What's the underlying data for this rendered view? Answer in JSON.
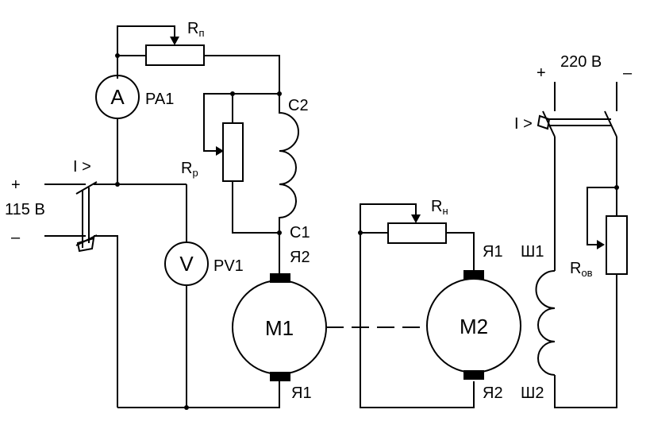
{
  "labels": {
    "rp_main": "R",
    "rp_sub": "п",
    "pa1": "PA1",
    "ammeter": "A",
    "c2": "C2",
    "rr_main": "R",
    "rr_sub": "р",
    "breaker_left": "I >",
    "plus_left": "+",
    "v115": "115 В",
    "minus_left": "–",
    "c1": "C1",
    "ya2_m1": "Я2",
    "voltmeter": "V",
    "pv1": "PV1",
    "m1": "M1",
    "ya1_m1": "Я1",
    "rn_main": "R",
    "rn_sub": "н",
    "ya1_m2": "Я1",
    "m2": "M2",
    "ya2_m2": "Я2",
    "plus_right": "+",
    "v220": "220 В",
    "minus_right": "–",
    "breaker_right": "I >",
    "sh1": "Ш1",
    "rov_main": "R",
    "rov_sub": "ов",
    "sh2": "Ш2"
  }
}
